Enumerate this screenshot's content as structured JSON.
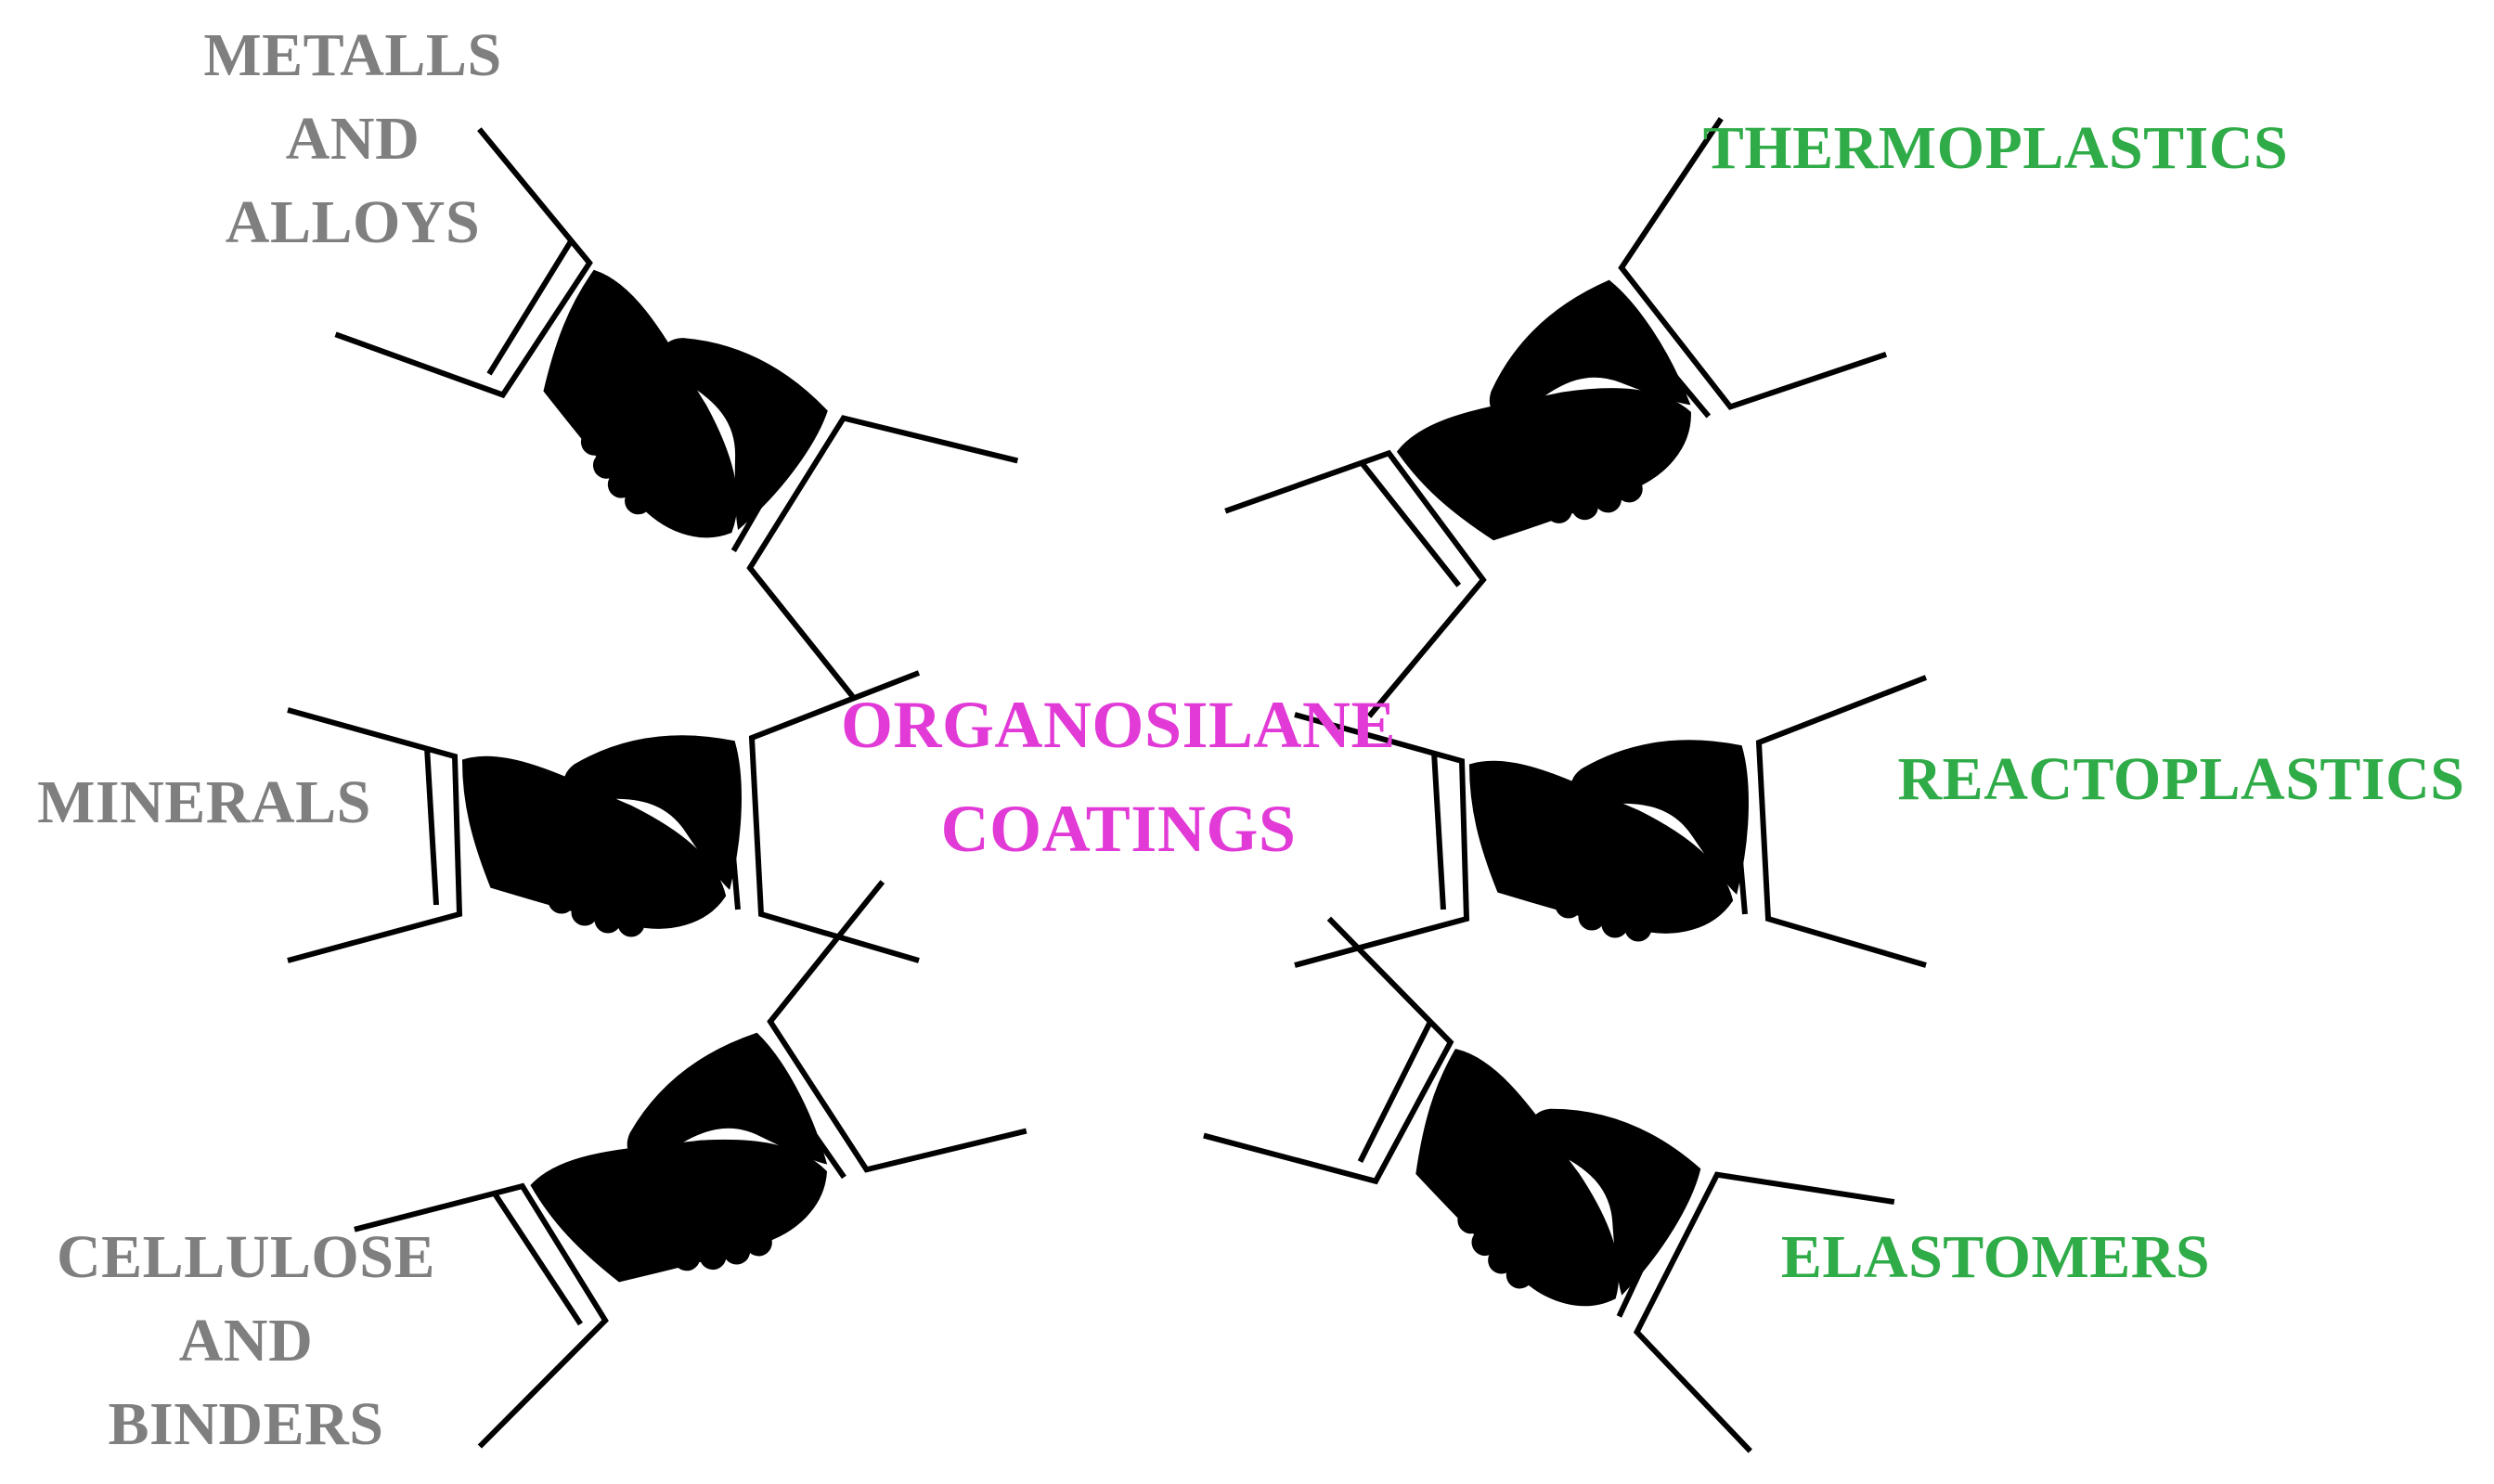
{
  "center": {
    "lines": [
      "ORGANOSILANE",
      "COATINGS"
    ]
  },
  "left_labels": [
    {
      "lines": [
        "METALLS",
        "AND",
        "ALLOYS"
      ]
    },
    {
      "lines": [
        "MINERALS"
      ]
    },
    {
      "lines": [
        "CELLULOSE",
        "AND",
        "BINDERS"
      ]
    }
  ],
  "right_labels": [
    {
      "lines": [
        "THERMOPLASTICS"
      ]
    },
    {
      "lines": [
        "REACTOPLASTICS"
      ]
    },
    {
      "lines": [
        "ELASTOMERS"
      ]
    }
  ],
  "colors": {
    "grey_text": "#7f7f7f",
    "green_text": "#2fab48",
    "magenta_text": "#e13ad6",
    "grey_hand": "#c3c3c3",
    "magenta_hand": "#e13ad6",
    "green_hand": "#2fab48",
    "outline": "#000000"
  },
  "icons": [
    "handshake-icon"
  ]
}
